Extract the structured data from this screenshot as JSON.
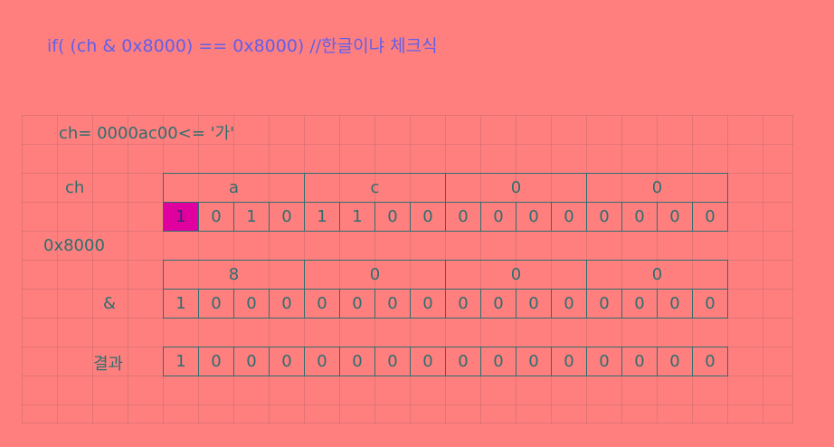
{
  "code_line": "if( (ch & 0x8000) == 0x8000) //한글이냐 체크식",
  "labels": {
    "ch_expr": "ch=  0000ac00<= '가'",
    "ch": "ch",
    "mask": "0x8000",
    "and": "&",
    "result": "결과"
  },
  "rows": {
    "ch_hex": [
      "a",
      "c",
      "0",
      "0"
    ],
    "ch_bits": [
      "1",
      "0",
      "1",
      "0",
      "1",
      "1",
      "0",
      "0",
      "0",
      "0",
      "0",
      "0",
      "0",
      "0",
      "0",
      "0"
    ],
    "mask_hex": [
      "8",
      "0",
      "0",
      "0"
    ],
    "mask_bits": [
      "1",
      "0",
      "0",
      "0",
      "0",
      "0",
      "0",
      "0",
      "0",
      "0",
      "0",
      "0",
      "0",
      "0",
      "0",
      "0"
    ],
    "result_bits": [
      "1",
      "0",
      "0",
      "0",
      "0",
      "0",
      "0",
      "0",
      "0",
      "0",
      "0",
      "0",
      "0",
      "0",
      "0",
      "0"
    ]
  },
  "colors": {
    "background": "#FF7F7F",
    "code_text": "#6060E8",
    "cell_text": "#2E6E6E",
    "highlight": "#E000A0"
  },
  "highlighted_bit": 0
}
